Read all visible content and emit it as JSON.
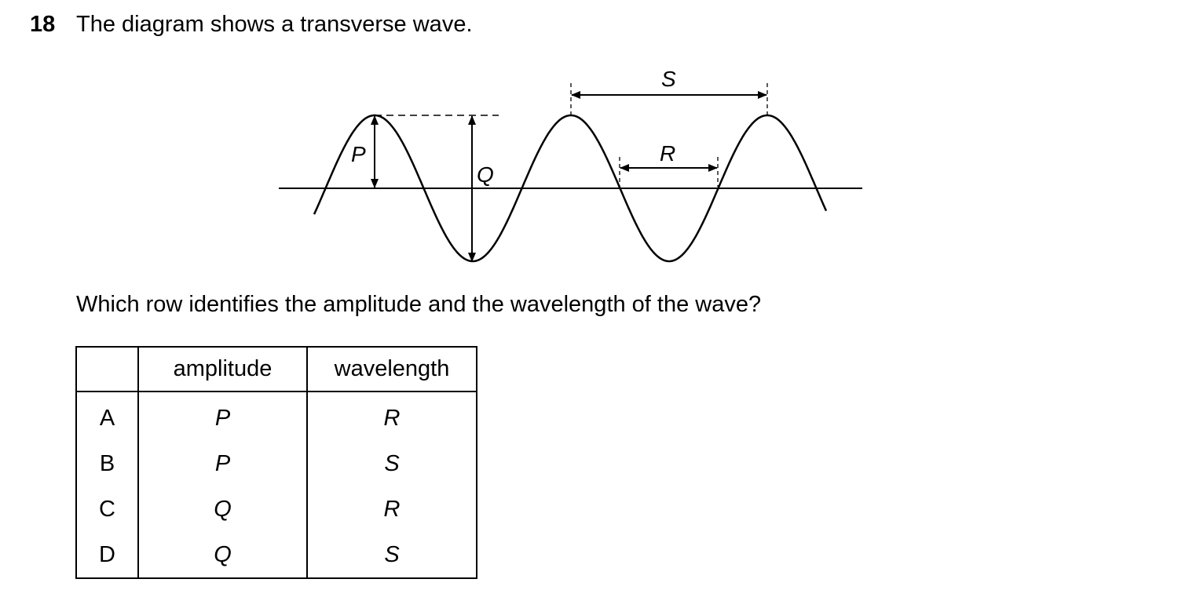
{
  "question": {
    "number": "18",
    "stem": "The diagram shows a transverse wave.",
    "prompt": "Which row identifies the amplitude and the wavelength of the wave?"
  },
  "diagram": {
    "labels": {
      "p": "P",
      "q": "Q",
      "r": "R",
      "s": "S"
    }
  },
  "table": {
    "headers": [
      "",
      "amplitude",
      "wavelength"
    ],
    "rows": [
      {
        "key": "A",
        "amplitude": "P",
        "wavelength": "R"
      },
      {
        "key": "B",
        "amplitude": "P",
        "wavelength": "S"
      },
      {
        "key": "C",
        "amplitude": "Q",
        "wavelength": "R"
      },
      {
        "key": "D",
        "amplitude": "Q",
        "wavelength": "S"
      }
    ]
  }
}
